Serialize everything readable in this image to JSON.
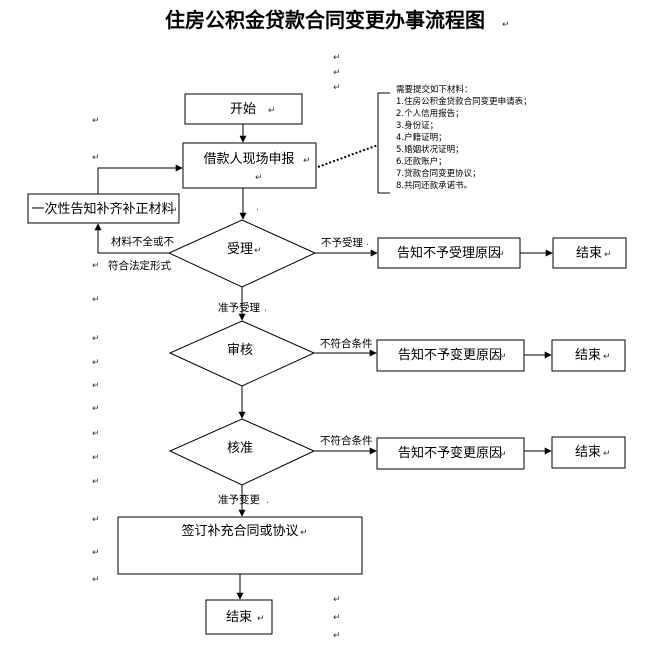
{
  "title": "住房公积金贷款合同变更办事流程图",
  "nodes": {
    "start": "开始",
    "apply": "借款人现场申报",
    "notify_supplement": "一次性告知补齐补正材料",
    "accept": "受理",
    "reject_accept_reason": "告知不予受理原因",
    "end1": "结束",
    "review": "审核",
    "reject_change_reason_1": "告知不予变更原因",
    "end2": "结束",
    "approve": "核准",
    "reject_change_reason_2": "告知不予变更原因",
    "end3": "结束",
    "sign": "签订补充合同或协议",
    "end_final": "结束"
  },
  "edges": {
    "incomplete": "材料不全或不",
    "legal_form": "符合法定形式",
    "not_accepted": "不予受理",
    "accepted": "准予受理",
    "not_qualified_1": "不符合条件",
    "not_qualified_2": "不符合条件",
    "approved_change": "准予变更"
  },
  "materials": {
    "heading": "需要提交如下材料：",
    "items": [
      "1.住房公积金贷款合同变更申请表；",
      "2.个人信用报告；",
      "3.身份证；",
      "4.户籍证明；",
      "5.婚姻状况证明；",
      "6.还款账户；",
      "7.贷款合同变更协议；",
      "8.共同还款承诺书。"
    ]
  },
  "marks": {
    "para": "↵",
    "dot": "."
  }
}
